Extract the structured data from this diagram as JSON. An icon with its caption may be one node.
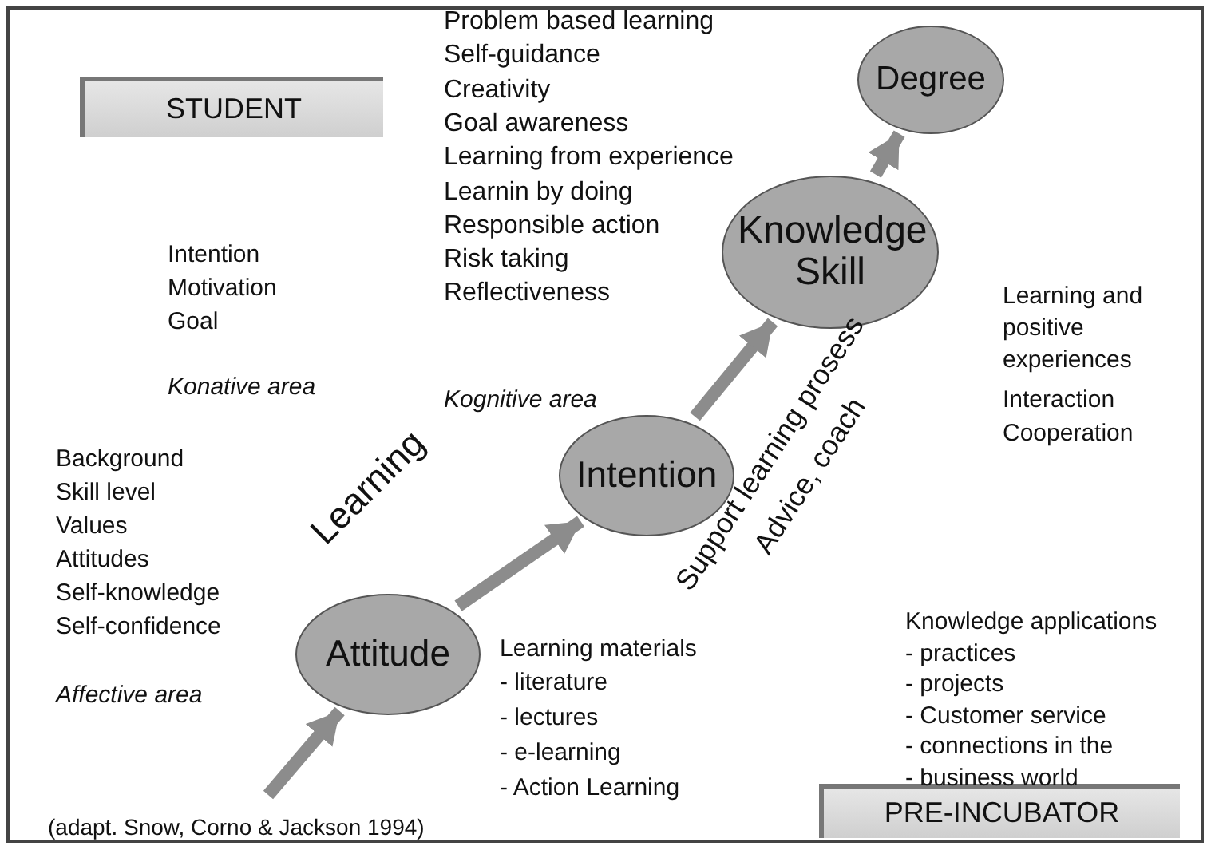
{
  "diagram": {
    "caption": "(adapt. Snow, Corno & Jackson 1994)",
    "nodes": [
      {
        "text": [
          "STUDENT"
        ]
      },
      {
        "text": [
          "Attitude"
        ]
      },
      {
        "text": [
          "Intention"
        ]
      },
      {
        "text": [
          "Knowledge Skill"
        ]
      },
      {
        "text": [
          "Degree"
        ]
      },
      {
        "text": [
          "PRE-INCUBATOR"
        ]
      }
    ],
    "edges": [
      {
        "from": null,
        "to": 1,
        "arrow": "to"
      },
      {
        "from": 1,
        "to": 2,
        "arrow": "to"
      },
      {
        "from": 2,
        "to": 3,
        "arrow": "to"
      },
      {
        "from": 3,
        "to": 4,
        "arrow": "to"
      }
    ],
    "labels": [
      "Problem based learning",
      "Self-guidance",
      "Creativity",
      "Goal awareness",
      "Learning from experience",
      "Learnin by doing",
      "Responsible action",
      "Risk taking",
      "Reflectiveness",
      "Intention",
      "Motivation",
      "Goal",
      "Konative area",
      "Kognitive area",
      "Learning and positive experiences",
      "Interaction",
      "Cooperation",
      "Background",
      "Skill level",
      "Values",
      "Attitudes",
      "Self-knowledge",
      "Self-confidence",
      "Learning",
      "Support learning prosess",
      "Advice, coach",
      "Knowledge applications",
      "- practices",
      "- projects",
      "- Customer service",
      "- connections in the",
      "- business world",
      "Affective area",
      "Learning materials",
      "- literature",
      "- lectures",
      "- e-learning",
      "- Action Learning"
    ]
  }
}
